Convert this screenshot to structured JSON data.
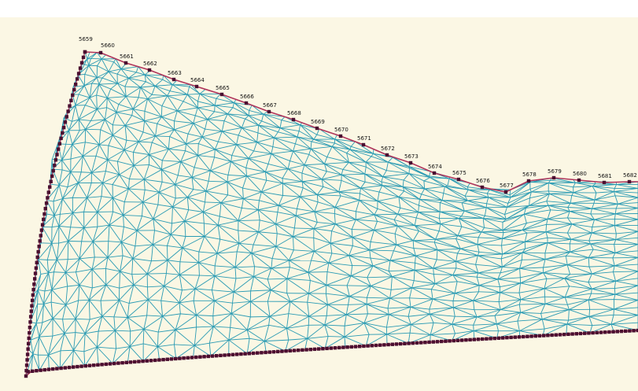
{
  "mesh": {
    "colors": {
      "background": "#fbf7e4",
      "triangle_edges": "#2a9bb3",
      "boundary_line": "#b0345a",
      "boundary_nodes": "#4a1030",
      "labels": "#111111"
    },
    "top_boundary_labels": [
      "5659",
      "5660",
      "5661",
      "5662",
      "5663",
      "5664",
      "5665",
      "5666",
      "5667",
      "5668",
      "5669",
      "5670",
      "5671",
      "5672",
      "5673",
      "5674",
      "5675",
      "5676",
      "5677",
      "5678",
      "5679",
      "5680",
      "5681",
      "5682"
    ]
  }
}
